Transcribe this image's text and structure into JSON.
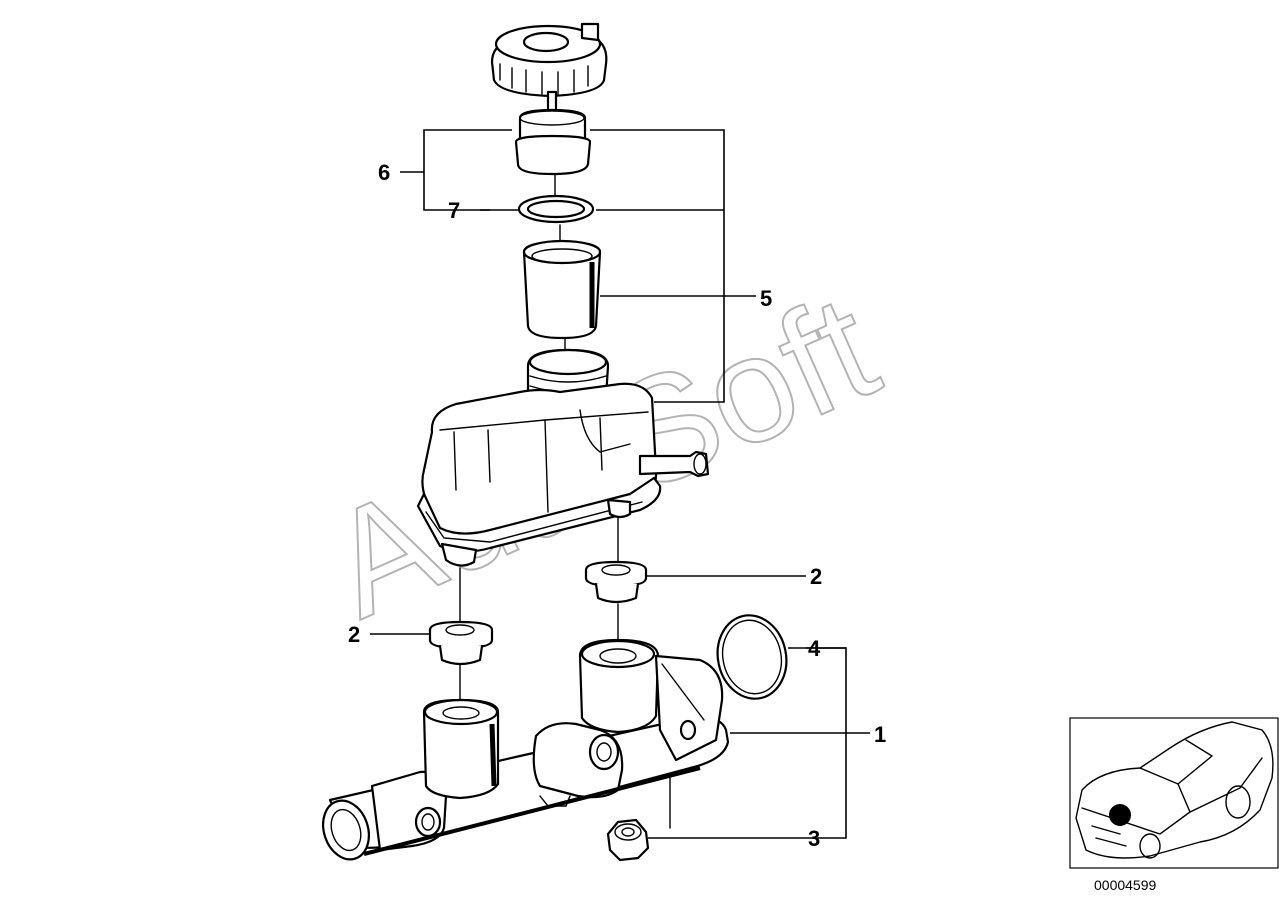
{
  "diagram": {
    "callouts": [
      {
        "id": "c1",
        "label": "1"
      },
      {
        "id": "c2a",
        "label": "2"
      },
      {
        "id": "c2b",
        "label": "2"
      },
      {
        "id": "c3",
        "label": "3"
      },
      {
        "id": "c4",
        "label": "4"
      },
      {
        "id": "c5",
        "label": "5"
      },
      {
        "id": "c6",
        "label": "6"
      },
      {
        "id": "c7",
        "label": "7"
      }
    ],
    "watermark": "AutoSoft",
    "reference_code": "00004599"
  },
  "colors": {
    "line": "#000000",
    "background": "#ffffff",
    "watermark": "#9a9a9a"
  },
  "icons": {
    "thumbnail": "car-location-icon"
  }
}
